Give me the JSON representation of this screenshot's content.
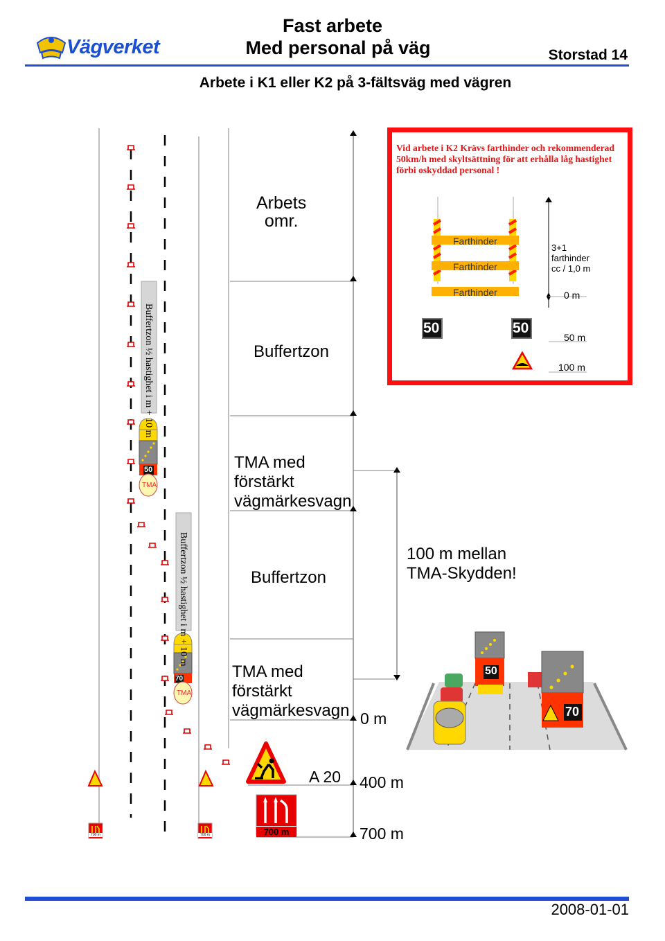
{
  "header": {
    "logo_text": "Vägverket",
    "title_line1": "Fast arbete",
    "title_line2": "Med personal på väg",
    "page_label": "Storstad 14",
    "subtitle": "Arbete i K1 eller K2 på 3-fältsväg med vägren"
  },
  "zones": {
    "work_area": "Arbets\nomr.",
    "buffer_1": "Buffertzon",
    "tma_1": "TMA med\nförstärkt\nvägmärkesvagn",
    "buffer_2": "Buffertzon",
    "tma_2": "TMA med\nförstärkt\nvägmärkesvagn"
  },
  "buffer_bar_text": "Buffertzon ½ hastighet i m + 10 m",
  "distances": {
    "d0": "0 m",
    "a20": "A 20",
    "d400": "400 m",
    "d700": "700 m",
    "between_tma": "100 m mellan\nTMA-Skydden!"
  },
  "inset": {
    "note": "Vid arbete i K2 Krävs farthinder och rekommenderad 50km/h med skyltsättning för att erhålla låg hastighet förbi oskyddad personal !",
    "barrier_label": "Farthinder",
    "barrier_spec": "3+1\nfarthinder\ncc / 1,0 m",
    "d0": "0 m",
    "d50": "50 m",
    "d100": "100 m",
    "speed_sign": "50"
  },
  "signs": {
    "tma1_speed": "50",
    "tma2_speed": "70",
    "tma_label": "TMA",
    "distance_plate": "700 m",
    "small_plate": "700 m",
    "photo_sign_1": "50",
    "photo_sign_2": "70"
  },
  "footer": {
    "date": "2008-01-01"
  },
  "colors": {
    "brand_blue": "#1f4ed6",
    "warning_red": "#ff1010",
    "sign_yellow": "#ffd800"
  }
}
